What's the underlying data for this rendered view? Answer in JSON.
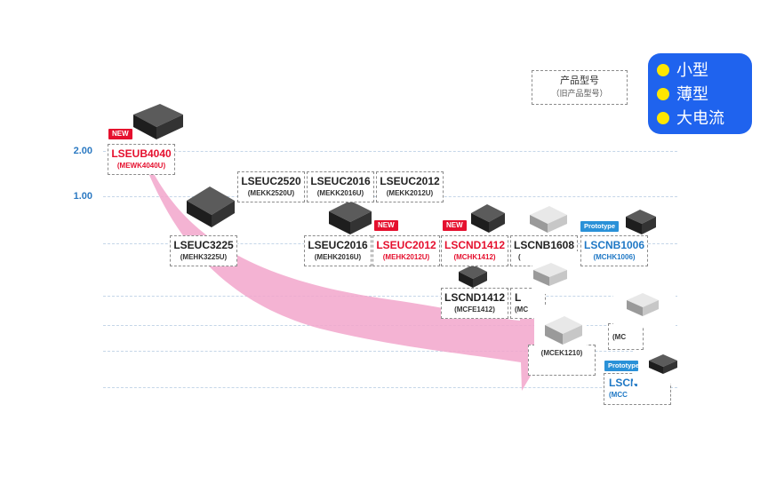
{
  "legend": {
    "product_no": "产品型号",
    "old_no": "（旧产品型号）"
  },
  "features": [
    {
      "label": "小型"
    },
    {
      "label": "薄型"
    },
    {
      "label": "大电流"
    }
  ],
  "colors": {
    "new": "#e5102e",
    "prototype": "#1f78c5",
    "panel": "#1f63ee",
    "dot": "#ffe600",
    "arrow": "#f2a6cb",
    "axis_label": "#2b79c2"
  },
  "y_axis": [
    {
      "label": "2.00"
    },
    {
      "label": "1.00"
    }
  ],
  "badges": {
    "new": "NEW",
    "prototype": "Prototype"
  },
  "products": [
    {
      "name": "LSEUB4040",
      "old": "(MEWK4040U)",
      "status": "new"
    },
    {
      "name": "LSEUC2520",
      "old": "(MEKK2520U)",
      "status": ""
    },
    {
      "name": "LSEUC2016",
      "old": "(MEKK2016U)",
      "status": ""
    },
    {
      "name": "LSEUC2012",
      "old": "(MEKK2012U)",
      "status": ""
    },
    {
      "name": "LSEUC3225",
      "old": "(MEHK3225U)",
      "status": ""
    },
    {
      "name": "LSEUC2016",
      "old": "(MEHK2016U)",
      "status": ""
    },
    {
      "name": "LSEUC2012",
      "old": "(MEHK2012U)",
      "status": "new"
    },
    {
      "name": "LSCND1412",
      "old": "(MCHK1412)",
      "status": "new"
    },
    {
      "name": "LSCNB1608",
      "old": "(",
      "status": ""
    },
    {
      "name": "LSCNB1006",
      "old": "(MCHK1006)",
      "status": "prototype"
    },
    {
      "name": "LSCND1412",
      "old": "(MCFE1412)",
      "status": ""
    },
    {
      "name": "L",
      "old": "(MC",
      "status": ""
    },
    {
      "name": "",
      "old": "(MCEK1210)",
      "status": ""
    },
    {
      "name": "",
      "old": "(MC",
      "status": ""
    },
    {
      "name": "LSCN",
      "old": "(MCC",
      "status": "prototype"
    }
  ]
}
